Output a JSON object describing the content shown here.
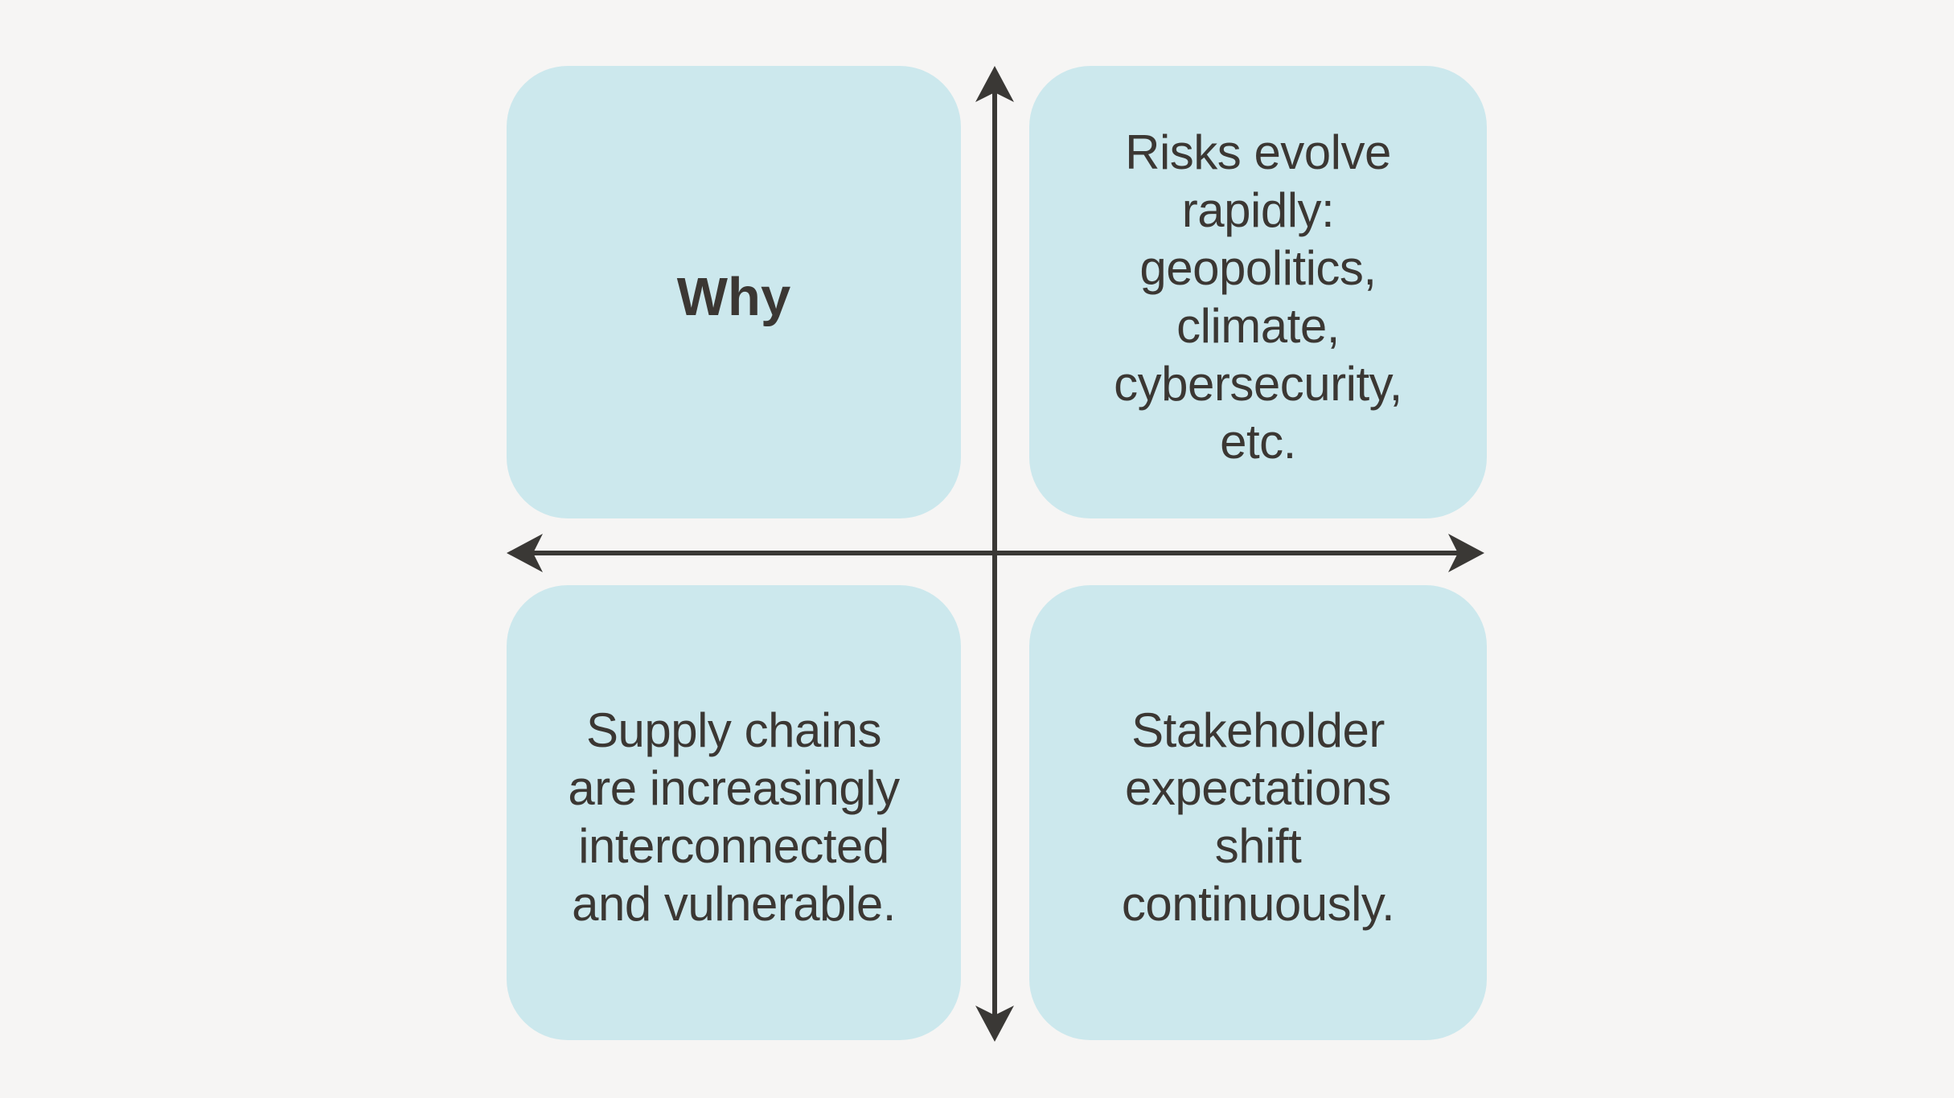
{
  "page": {
    "background_color": "#f6f5f4"
  },
  "diagram": {
    "type": "quadrant-matrix",
    "axis_color": "#3a3835",
    "box_color": "#cce8ed",
    "text_color": "#3b3733",
    "quadrants": {
      "top_left": {
        "label": "Why"
      },
      "top_right": {
        "label": "Risks evolve\nrapidly:\ngeopolitics,\nclimate,\ncybersecurity,\netc."
      },
      "bottom_left": {
        "label": "Supply chains\nare increasingly\ninterconnected\nand vulnerable."
      },
      "bottom_right": {
        "label": "Stakeholder\nexpectations\nshift\ncontinuously."
      }
    }
  }
}
